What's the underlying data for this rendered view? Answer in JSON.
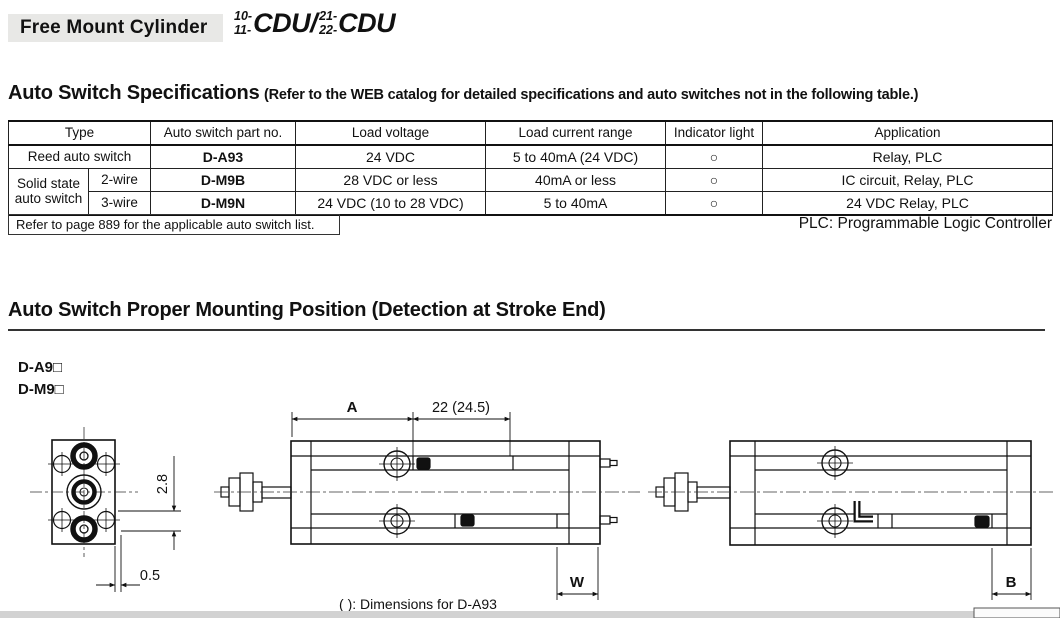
{
  "header": {
    "product_badge": "Free Mount Cylinder",
    "model": {
      "stack1_top": "10-",
      "stack1_bottom": "11-",
      "series1": "CDU/",
      "stack2_top": "21-",
      "stack2_bottom": "22-",
      "series2": "CDU"
    }
  },
  "spec_section": {
    "heading": "Auto Switch Specifications",
    "note_prefix": "(Refer to the ",
    "note_bold": "WEB catalog",
    "note_suffix": " for detailed specifications and auto switches not in the following table.)",
    "table": {
      "col_type": "Type",
      "col_part_no": "Auto switch part no.",
      "col_load_voltage": "Load voltage",
      "col_load_current": "Load current range",
      "col_indicator": "Indicator light",
      "col_application": "Application",
      "rows": [
        {
          "type": "Reed auto switch",
          "part_no": "D-A93",
          "load_voltage": "24 VDC",
          "load_current": "5 to 40mA (24 VDC)",
          "indicator": "○",
          "application": "Relay, PLC"
        },
        {
          "type": "Solid state auto switch",
          "wire": "2-wire",
          "part_no": "D-M9B",
          "load_voltage": "28 VDC or less",
          "load_current": "40mA or less",
          "indicator": "○",
          "application": "IC circuit, Relay, PLC"
        },
        {
          "wire": "3-wire",
          "part_no": "D-M9N",
          "load_voltage": "24 VDC (10 to 28 VDC)",
          "load_current": "5 to 40mA",
          "indicator": "○",
          "application": "24 VDC Relay, PLC"
        }
      ]
    },
    "footnote_box": "Refer to page 889 for the applicable auto switch list.",
    "plc_note": "PLC: Programmable Logic Controller"
  },
  "mounting_section": {
    "heading": "Auto Switch Proper Mounting Position (Detection at Stroke End)",
    "switch_label_1": "D-A9□",
    "switch_label_2": "D-M9□",
    "dims": {
      "a": "A",
      "top_offset": "22 (24.5)",
      "side_height": "2.8",
      "side_offset": "0.5",
      "w": "W",
      "b": "B"
    },
    "caption": "( ): Dimensions for D-A93"
  },
  "colors": {
    "badge_bg": "#e8e8e6",
    "line": "#111111",
    "footer_bar": "#d2d2d2"
  }
}
